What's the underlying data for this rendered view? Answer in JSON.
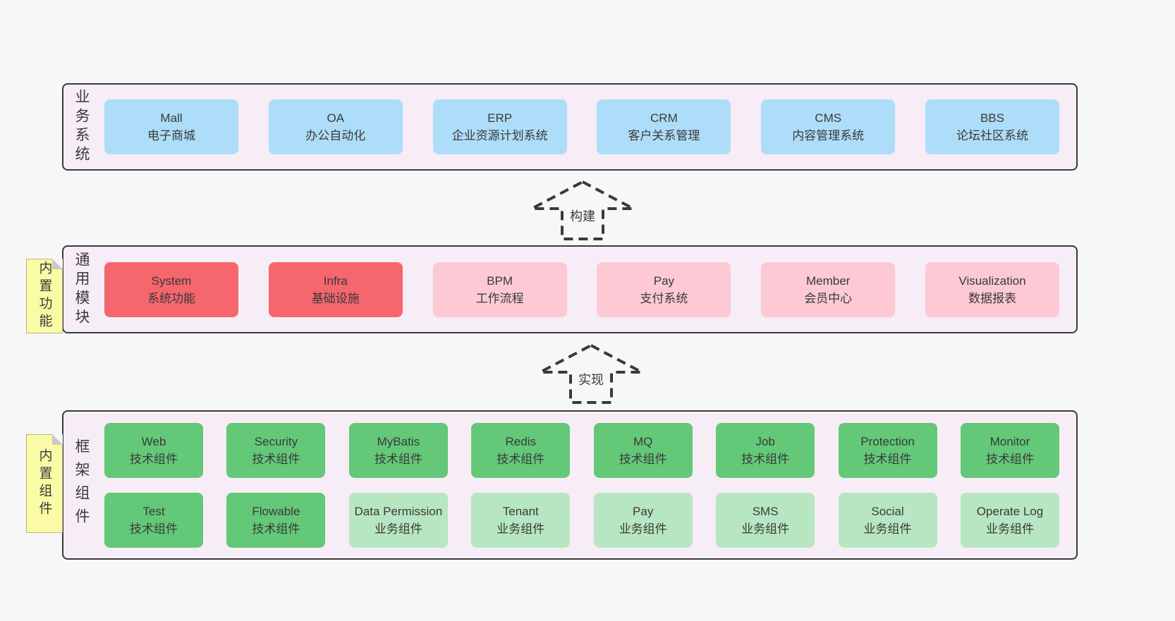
{
  "colors": {
    "page_bg": "#f7f7f7",
    "band_bg": "#f7edf6",
    "band_border": "#3a3a3a",
    "business_blue": "#aeddf9",
    "module_red": "#f5666d",
    "module_pink": "#fdc9d4",
    "component_green_dark": "#63c878",
    "component_green_light": "#b7e6c2",
    "note_yellow": "#fbfba6"
  },
  "bands": [
    {
      "label": "业务系统",
      "rows": [
        [
          {
            "title": "Mall",
            "subtitle": "电子商城"
          },
          {
            "title": "OA",
            "subtitle": "办公自动化"
          },
          {
            "title": "ERP",
            "subtitle": "企业资源计划系统"
          },
          {
            "title": "CRM",
            "subtitle": "客户关系管理"
          },
          {
            "title": "CMS",
            "subtitle": "内容管理系统"
          },
          {
            "title": "BBS",
            "subtitle": "论坛社区系统"
          }
        ]
      ]
    },
    {
      "label": "通用模块",
      "note": "内置功能",
      "rows": [
        [
          {
            "title": "System",
            "subtitle": "系统功能"
          },
          {
            "title": "Infra",
            "subtitle": "基础设施"
          },
          {
            "title": "BPM",
            "subtitle": "工作流程"
          },
          {
            "title": "Pay",
            "subtitle": "支付系统"
          },
          {
            "title": "Member",
            "subtitle": "会员中心"
          },
          {
            "title": "Visualization",
            "subtitle": "数据报表"
          }
        ]
      ]
    },
    {
      "label": "框架组件",
      "note": "内置组件",
      "rows": [
        [
          {
            "title": "Web",
            "subtitle": "技术组件"
          },
          {
            "title": "Security",
            "subtitle": "技术组件"
          },
          {
            "title": "MyBatis",
            "subtitle": "技术组件"
          },
          {
            "title": "Redis",
            "subtitle": "技术组件"
          },
          {
            "title": "MQ",
            "subtitle": "技术组件"
          },
          {
            "title": "Job",
            "subtitle": "技术组件"
          },
          {
            "title": "Protection",
            "subtitle": "技术组件"
          },
          {
            "title": "Monitor",
            "subtitle": "技术组件"
          }
        ],
        [
          {
            "title": "Test",
            "subtitle": "技术组件"
          },
          {
            "title": "Flowable",
            "subtitle": "技术组件"
          },
          {
            "title": "Data Permission",
            "subtitle": "业务组件"
          },
          {
            "title": "Tenant",
            "subtitle": "业务组件"
          },
          {
            "title": "Pay",
            "subtitle": "业务组件"
          },
          {
            "title": "SMS",
            "subtitle": "业务组件"
          },
          {
            "title": "Social",
            "subtitle": "业务组件"
          },
          {
            "title": "Operate Log",
            "subtitle": "业务组件"
          }
        ]
      ]
    }
  ],
  "arrows": [
    {
      "label": "构建"
    },
    {
      "label": "实现"
    }
  ]
}
